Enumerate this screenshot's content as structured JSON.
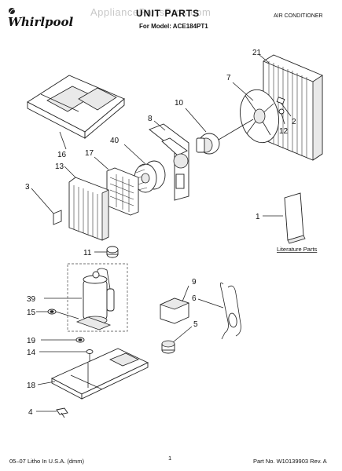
{
  "brand": "Whirlpool",
  "watermark": "AppliancePartsPros.com",
  "header": {
    "title": "UNIT PARTS",
    "model_line": "For Model: ACE184PT1",
    "category": "AIR CONDITIONER"
  },
  "callouts": {
    "c21": "21",
    "c7": "7",
    "c10": "10",
    "c8": "8",
    "c2": "2",
    "c12": "12",
    "c16": "16",
    "c40": "40",
    "c17": "17",
    "c13": "13",
    "c3": "3",
    "c1": "1",
    "c11": "11",
    "c9": "9",
    "c6": "6",
    "c39": "39",
    "c15": "15",
    "c5": "5",
    "c19": "19",
    "c14": "14",
    "c18": "18",
    "c4": "4"
  },
  "literature_label": "Literature Parts",
  "footer": {
    "left": "05–07 Litho In U.S.A. (dmm)",
    "page": "1",
    "right": "Part No. W10139903 Rev. A"
  }
}
